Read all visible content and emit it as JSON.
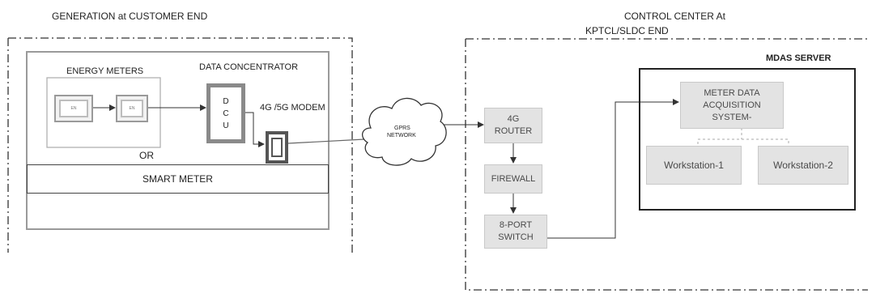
{
  "left_section": {
    "title": "GENERATION  at CUSTOMER END",
    "energy_meters_label": "ENERGY METERS",
    "meter_a_text": "EN",
    "meter_b_text": "EN",
    "data_concentrator_label": "DATA CONCENTRATOR",
    "dcu_letters": [
      "D",
      "C",
      "U"
    ],
    "modem_label": "4G /5G MODEM",
    "or_label": "OR",
    "smart_meter_label": "SMART METER"
  },
  "network": {
    "line1": "GPRS",
    "line2": "NETWORK"
  },
  "right_section": {
    "title_line1": "CONTROL CENTER At",
    "title_line2": "KPTCL/SLDC END",
    "router_line1": "4G",
    "router_line2": "ROUTER",
    "firewall": "FIREWALL",
    "switch_line1": "8-PORT",
    "switch_line2": "SWITCH",
    "server_title": "MDAS SERVER",
    "mdas_line1": "METER DATA",
    "mdas_line2": "ACQUISITION",
    "mdas_line3": "SYSTEM-",
    "workstation1": "Workstation-1",
    "workstation2": "Workstation-2"
  }
}
